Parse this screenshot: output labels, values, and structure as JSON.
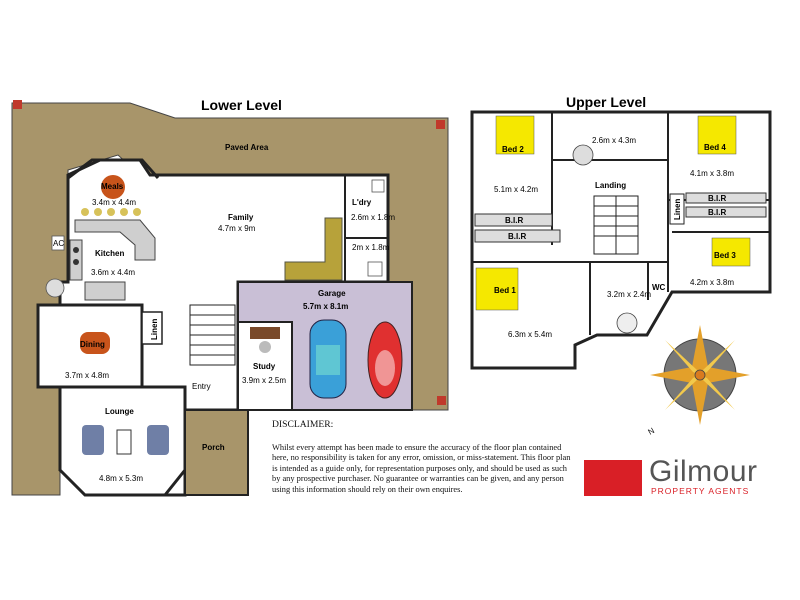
{
  "lower": {
    "title": "Lower Level",
    "paved_area": "Paved Area",
    "meals": {
      "name": "Meals",
      "size": "3.4m x 4.4m"
    },
    "family": {
      "name": "Family",
      "size": "4.7m x 9m"
    },
    "kitchen": {
      "name": "Kitchen",
      "size": "3.6m x 4.4m"
    },
    "laundry": {
      "name": "L'dry",
      "size": "2.6m x 1.8m"
    },
    "bath": {
      "size": "2m x 1.8m"
    },
    "garage": {
      "name": "Garage",
      "size": "5.7m x 8.1m"
    },
    "dining": {
      "name": "Dining",
      "size": "3.7m x 4.8m"
    },
    "linen": "Linen",
    "study": {
      "name": "Study",
      "size": "3.9m x 2.5m"
    },
    "entry": "Entry",
    "lounge": {
      "name": "Lounge",
      "size": "4.8m x 5.3m"
    },
    "porch": "Porch",
    "ac": "AC"
  },
  "upper": {
    "title": "Upper Level",
    "bed2": "Bed 2",
    "bed2_size": "5.1m x 4.2m",
    "bath": "2.6m x 4.3m",
    "bed4": "Bed 4",
    "bed4_size": "4.1m x 3.8m",
    "landing": "Landing",
    "linen": "Linen",
    "bir": "B.I.R",
    "bed1": "Bed 1",
    "bed1_size": "6.3m x 5.4m",
    "ensuite": "3.2m x 2.4m",
    "wc": "WC",
    "bed3": "Bed 3",
    "bed3_size": "4.2m x 3.8m"
  },
  "compass": {
    "north": "N"
  },
  "disclaimer": {
    "heading": "DISCLAIMER:",
    "body": "Whilst every attempt has been made to ensure the accuracy of the floor plan contained here, no responsibility is taken for any error, omission, or miss-statement. This floor plan is intended as a guide only, for representation purposes only, and should be used as such by any prospective purchaser. No guarantee or warranties can be given, and any person using this information should rely on their own enquires."
  },
  "logo": {
    "name": "Gilmour",
    "subtitle": "PROPERTY AGENTS"
  },
  "colors": {
    "paved": "#a8956a",
    "porch": "#a8956a",
    "garage": "#c9bfd6",
    "bed_label": "#f5e800",
    "wall": "#222222",
    "logo_red": "#d91f26"
  }
}
